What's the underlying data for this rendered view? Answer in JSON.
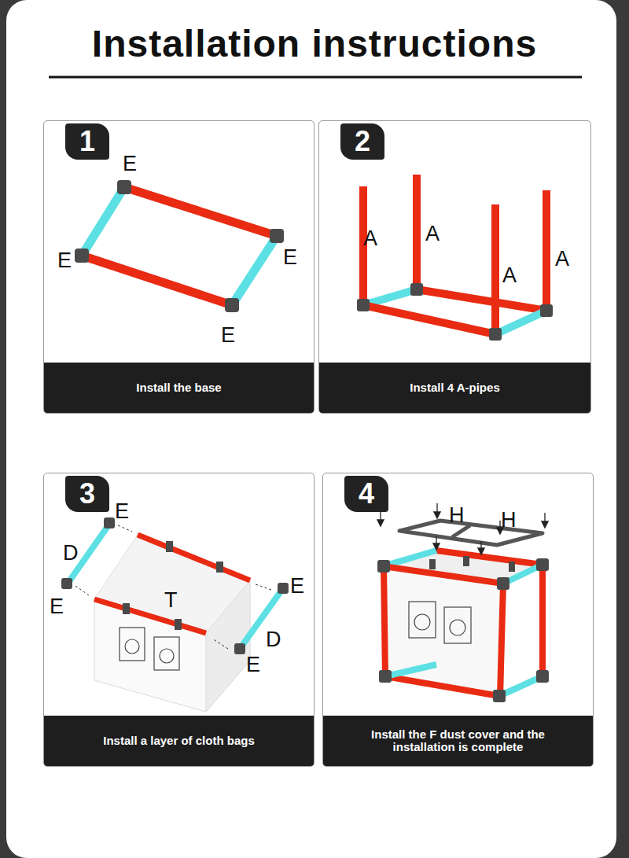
{
  "diagram": {
    "title": "Installation instructions",
    "nodes": [
      {
        "text": [
          "1",
          "Install the base"
        ]
      },
      {
        "text": [
          "2",
          "Install 4 A-pipes"
        ]
      },
      {
        "text": [
          "3",
          "Install a layer of cloth bags"
        ]
      },
      {
        "text": [
          "4",
          "Install the F dust cover and the installation is complete"
        ]
      }
    ],
    "labels": [
      "E",
      "E",
      "E",
      "E",
      "A",
      "A",
      "A",
      "A",
      "E",
      "D",
      "E",
      "T",
      "E",
      "D",
      "E",
      "H",
      "H"
    ]
  }
}
